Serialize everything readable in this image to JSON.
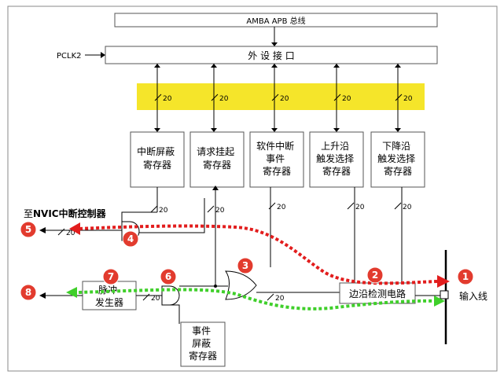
{
  "bus": {
    "amba": "AMBA APB 总线",
    "interface": "外 设 接 口",
    "pclk": "PCLK2"
  },
  "width_label": "20",
  "registers": {
    "interrupt_mask": [
      "中断屏蔽",
      "寄存器"
    ],
    "pending": [
      "请求挂起",
      "寄存器"
    ],
    "software_interrupt": [
      "软件中断",
      "事件",
      "寄存器"
    ],
    "rising_edge": [
      "上升沿",
      "触发选择",
      "寄存器"
    ],
    "falling_edge": [
      "下降沿",
      "触发选择",
      "寄存器"
    ],
    "event_mask": [
      "事件",
      "屏蔽",
      "寄存器"
    ]
  },
  "edge_detect": "边沿检测电路",
  "pulse_gen": "脉冲发生器",
  "pulse_gen_lines": [
    "脉冲",
    "发生器"
  ],
  "nvic_label_prefix": "至",
  "nvic_label_main": "NVIC中断控制器",
  "input_line": "输入线",
  "markers": [
    "1",
    "2",
    "3",
    "4",
    "5",
    "6",
    "7",
    "8"
  ],
  "colors": {
    "highlight": "#f5e52a",
    "marker": "#e23b2e",
    "red_path": "#e21d1d",
    "green_path": "#3fcf2a",
    "line": "#000000"
  }
}
